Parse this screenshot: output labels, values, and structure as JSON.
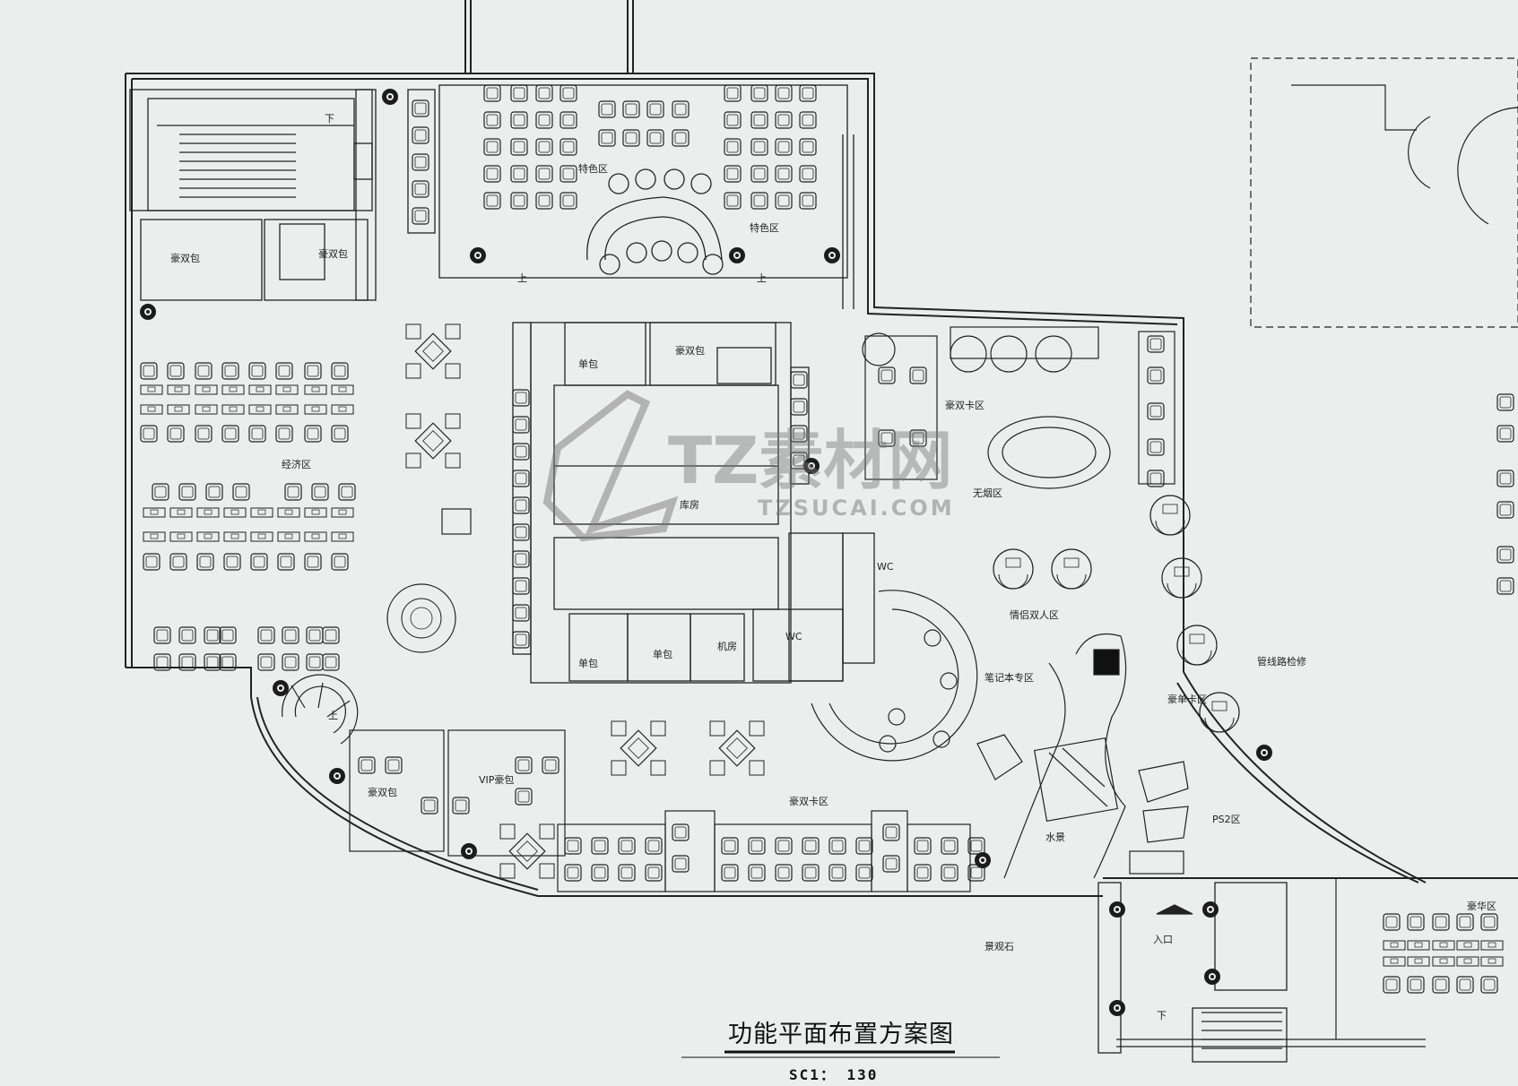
{
  "drawing": {
    "title": "功能平面布置方案图",
    "scale": "SC1： 130"
  },
  "watermark": {
    "brand": "TZ素材网",
    "domain": "TZSUCAI.COM"
  },
  "rooms": {
    "down_top": "下",
    "hao_bao_1": "豪双包",
    "hao_bao_2": "豪双包",
    "special_1": "特色区",
    "special_2": "特色区",
    "up_1": "上",
    "up_2": "上",
    "jingji": "经济区",
    "single_1": "单包",
    "single_2": "单包",
    "single_3": "单包",
    "double_pack": "豪双包",
    "warehouse": "库房",
    "wc_1": "WC",
    "wc_2": "WC",
    "machine_room": "机房",
    "luxury_card": "豪双卡区",
    "no_smoke": "无烟区",
    "couple_area": "情侣双人区",
    "laptop": "笔记本专区",
    "luxury_single": "豪单卡区",
    "network_check": "管线路检修",
    "up_3": "上",
    "hao_bao_left": "豪双包",
    "vip": "VIP豪包",
    "luxury_double": "豪双卡区",
    "ps2": "PS2区",
    "water": "水景",
    "stone": "景观石",
    "entrance": "入口",
    "down_bottom": "下",
    "right_cut": "豪华区"
  }
}
